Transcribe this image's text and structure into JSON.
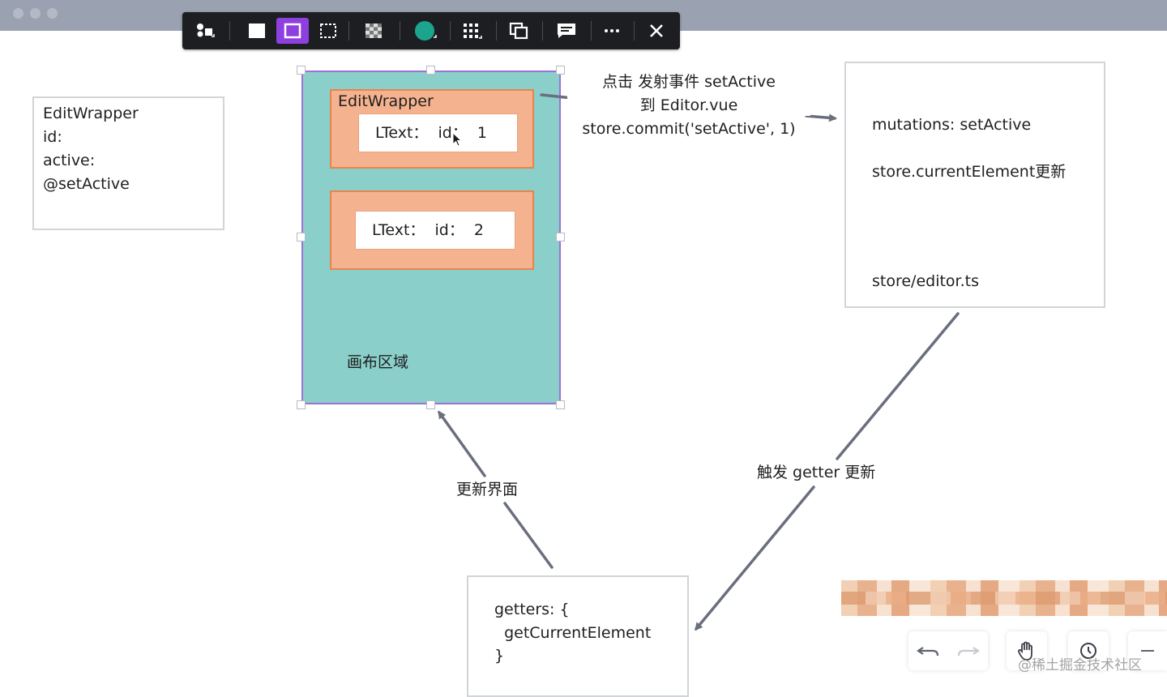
{
  "toolbar": {
    "icons": [
      "shapes-icon",
      "filled-rect-icon",
      "outline-rect-icon",
      "dashed-selection-icon",
      "checker-icon",
      "color-circle-icon",
      "grid-dots-icon",
      "copy-icon",
      "comment-icon",
      "more-icon",
      "close-icon"
    ],
    "accent": "#8d3fe0"
  },
  "editwrapper_box": {
    "lines": [
      "EditWrapper",
      "id:",
      "active:",
      "@setActive"
    ]
  },
  "canvas": {
    "wrapper_label": "EditWrapper",
    "ltext_1": "LText：  id：  1",
    "ltext_2": "LText：  id：  2",
    "area_label": "画布区域",
    "colors": {
      "canvas": "#8acfca",
      "wrapper": "#f4b28e",
      "wrapper_border": "#e9844d"
    }
  },
  "arrow_label_emit": {
    "line1": "点击 发射事件 setActive",
    "line2": "到 Editor.vue",
    "line3": "store.commit('setActive', 1)"
  },
  "store_box": {
    "line1": "mutations: setActive",
    "line2": "store.currentElement更新",
    "line3": "store/editor.ts"
  },
  "getter_label": "触发 getter 更新",
  "update_label": "更新界面",
  "getters_box": {
    "line1": "getters: {",
    "line2": "  getCurrentElement",
    "line3": "}"
  },
  "bottom_controls": [
    "undo-icon",
    "redo-icon",
    "hand-icon",
    "history-icon",
    "zoom-out-icon"
  ],
  "watermark": "@稀土掘金技术社区"
}
